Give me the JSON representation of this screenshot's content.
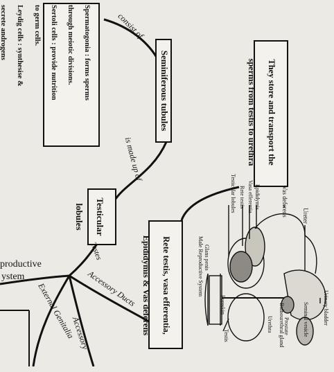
{
  "boxes": {
    "functions": [
      "Spermatogonia : forms sperms",
      "through meiotic divisions.",
      "Sertoli cells : provide nutrition",
      "to germ cells.",
      "Leydig cells : synthesise &",
      "secrete androgens"
    ],
    "seminiferous": "Seminiferous tubules",
    "lobules": [
      "Testicular",
      "lobules"
    ],
    "ducts_function": [
      "They store and transport the",
      "sperms from testis to urethra"
    ],
    "ducts": [
      "Rete testis, vasa efferentia,",
      "Epididymis & Vas deferens"
    ]
  },
  "connectors": {
    "consist_of": "consist of",
    "made_up_of": "is made up of",
    "testes": "Testes",
    "accessory_ducts": "Accessory Ducts",
    "external_genitalia": "External Genitalia",
    "accessory_glands": "Accessory",
    "reproductive_system": [
      "productive",
      "ystem"
    ]
  },
  "figure": {
    "title": "Male Reproductive System",
    "labels": {
      "ureter": "Ureter",
      "vas_deferens": "Vas deferens",
      "epididymis": "Epididymis",
      "vasa_efferentia": "Vasa efferentia",
      "rete_testis": "Rete testis",
      "testicular_lobules": "Testicular lobules",
      "urinary_bladder": "Urinary bladder",
      "seminal_vesicle": "Seminal vesicle",
      "prostate": "Prostate",
      "bulbourethral_gland": "Bulbourethral gland",
      "urethra": "Urethra",
      "glans_penis": "Glans penis",
      "foreskin": "Foreskin",
      "testis": "Testis"
    }
  }
}
